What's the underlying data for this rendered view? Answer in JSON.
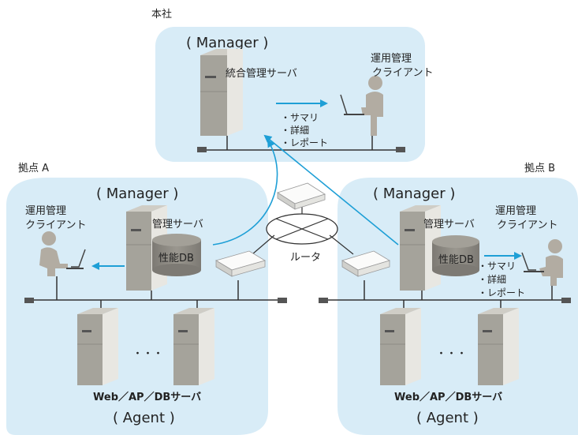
{
  "hq": {
    "title": "本社",
    "role": "( Manager )",
    "server_label": "統合管理サーバ",
    "client_label": [
      "運用管理",
      "クライアント"
    ],
    "report_items": [
      "・サマリ",
      "・詳細",
      "・レポート"
    ]
  },
  "site_a": {
    "title": "拠点 A",
    "role": "( Manager )",
    "server_label": "管理サーバ",
    "db_label": "性能DB",
    "client_label": [
      "運用管理",
      "クライアント"
    ],
    "agent_servers_label": "Web／AP／DBサーバ",
    "agent_role": "( Agent )",
    "ellipsis": "・・・"
  },
  "site_b": {
    "title": "拠点 B",
    "role": "( Manager )",
    "server_label": "管理サーバ",
    "db_label": "性能DB",
    "client_label": [
      "運用管理",
      "クライアント"
    ],
    "report_items": [
      "・サマリ",
      "・詳細",
      "・レポート"
    ],
    "agent_servers_label": "Web／AP／DBサーバ",
    "agent_role": "( Agent )",
    "ellipsis": "・・・"
  },
  "network": {
    "router_label": "ルータ"
  },
  "colors": {
    "zone_fill": "#d8ecf7",
    "arrow": "#1e9fd6",
    "server_light": "#e3e2dd",
    "server_dark": "#a5a39b",
    "db": "#8a8781",
    "person": "#b2aca2"
  }
}
